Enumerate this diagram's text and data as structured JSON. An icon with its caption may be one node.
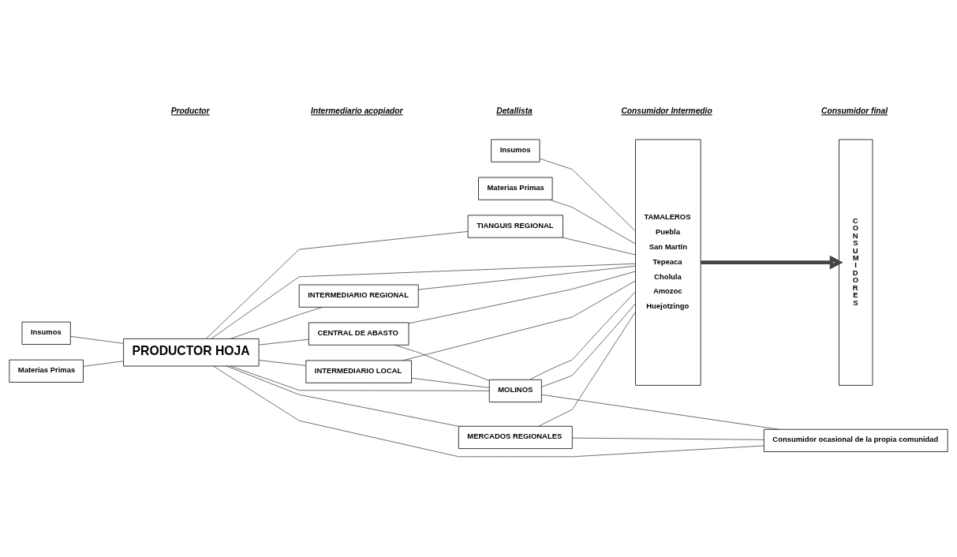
{
  "diagram": {
    "nodes": [
      {
        "text": [
          "Insumos"
        ]
      },
      {
        "text": [
          "Materias Primas"
        ]
      },
      {
        "text": [
          "PRODUCTOR HOJA"
        ]
      },
      {
        "text": [
          "INTERMEDIARIO LOCAL"
        ]
      },
      {
        "text": [
          "INTERMEDIARIO REGIONAL"
        ]
      },
      {
        "text": [
          "CENTRAL DE ABASTO"
        ]
      },
      {
        "text": [
          "MOLINOS"
        ]
      },
      {
        "text": [
          "TIANGUIS REGIONAL"
        ]
      },
      {
        "text": [
          "MERCADOS REGIONALES"
        ]
      },
      {
        "text": [
          "Insumos"
        ]
      },
      {
        "text": [
          "TAMALEROS",
          "Puebla",
          "San Martín",
          "Tepeaca",
          "Cholula",
          "Amozoc",
          "Huejotzingo"
        ]
      },
      {
        "text": [
          "Materias Primas"
        ]
      },
      {
        "text": [
          "CONSUMIDORES"
        ]
      },
      {
        "text": [
          "Consumidor ocasional de la propia comunidad"
        ]
      }
    ],
    "edges": [
      {
        "from": 0,
        "to": 2,
        "arrow": "none"
      },
      {
        "from": 1,
        "to": 2,
        "arrow": "none"
      },
      {
        "from": 2,
        "to": 3,
        "arrow": "none"
      },
      {
        "from": 2,
        "to": 6,
        "arrow": "none"
      },
      {
        "from": 2,
        "to": 7,
        "arrow": "none"
      },
      {
        "from": 2,
        "to": 4,
        "arrow": "none"
      },
      {
        "from": 2,
        "to": 10,
        "arrow": "none"
      },
      {
        "from": 2,
        "to": 8,
        "arrow": "none"
      },
      {
        "from": 2,
        "to": 5,
        "arrow": "none"
      },
      {
        "from": 2,
        "to": 13,
        "arrow": "none"
      },
      {
        "from": 3,
        "to": 6,
        "arrow": "none"
      },
      {
        "from": 3,
        "to": 10,
        "arrow": "none"
      },
      {
        "from": 4,
        "to": 10,
        "arrow": "none"
      },
      {
        "from": 5,
        "to": 10,
        "arrow": "none"
      },
      {
        "from": 5,
        "to": 6,
        "arrow": "none"
      },
      {
        "from": 6,
        "to": 10,
        "arrow": "none"
      },
      {
        "from": 6,
        "to": 10,
        "arrow": "none"
      },
      {
        "from": 6,
        "to": 13,
        "arrow": "none"
      },
      {
        "from": 7,
        "to": 10,
        "arrow": "none"
      },
      {
        "from": 8,
        "to": 10,
        "arrow": "none"
      },
      {
        "from": 8,
        "to": 13,
        "arrow": "none"
      },
      {
        "from": 9,
        "to": 10,
        "arrow": "none"
      },
      {
        "from": 11,
        "to": 10,
        "arrow": "none"
      },
      {
        "from": 10,
        "to": 12,
        "arrow": "to",
        "style": "thick"
      }
    ],
    "labels": [
      "Productor",
      "Intermediario acopiador",
      "Detallista",
      "Consumidor Intermedio",
      "Consumidor final"
    ]
  }
}
